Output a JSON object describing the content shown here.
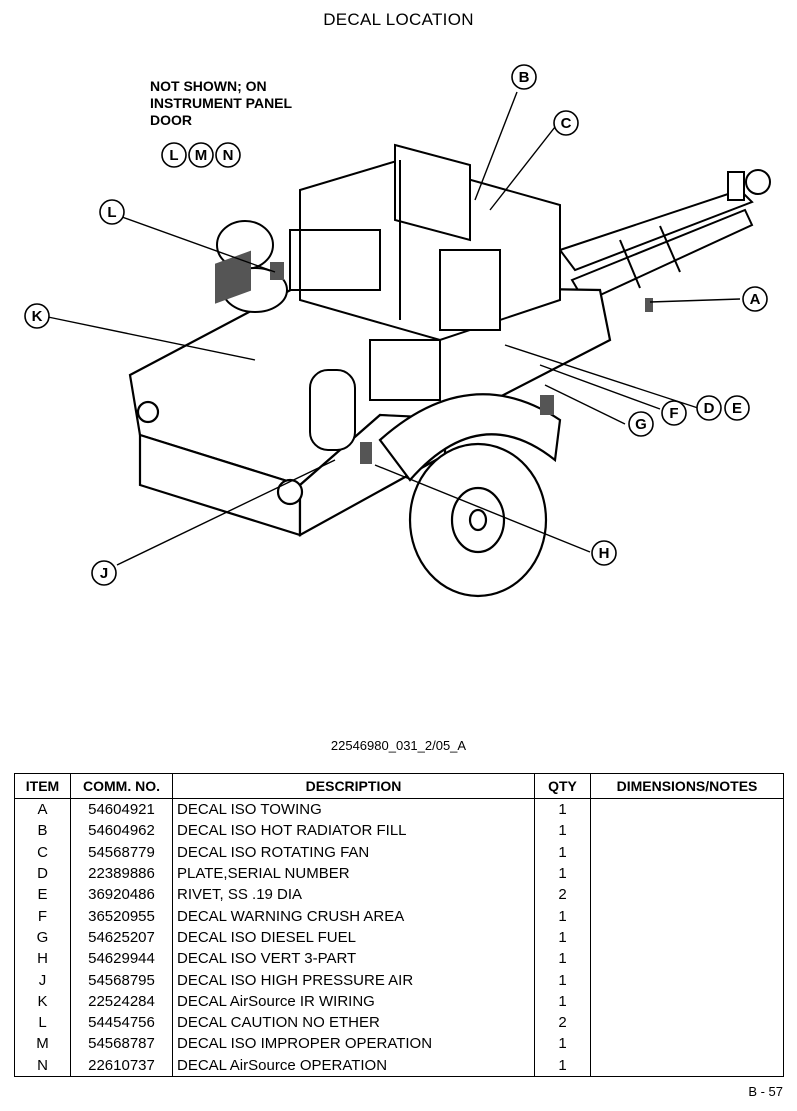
{
  "title": "DECAL LOCATION",
  "note": [
    "NOT SHOWN; ON",
    "INSTRUMENT PANEL",
    "DOOR"
  ],
  "callouts": [
    "A",
    "B",
    "C",
    "D",
    "E",
    "F",
    "G",
    "H",
    "J",
    "K",
    "L",
    "M",
    "N"
  ],
  "drawing_id": "22546980_031_2/05_A",
  "table": {
    "headers": [
      "ITEM",
      "COMM. NO.",
      "DESCRIPTION",
      "QTY",
      "DIMENSIONS/NOTES"
    ],
    "rows": [
      {
        "item": "A",
        "comm": "54604921",
        "desc": "DECAL ISO TOWING",
        "qty": "1",
        "notes": ""
      },
      {
        "item": "B",
        "comm": "54604962",
        "desc": "DECAL ISO HOT RADIATOR FILL",
        "qty": "1",
        "notes": ""
      },
      {
        "item": "C",
        "comm": "54568779",
        "desc": "DECAL ISO ROTATING FAN",
        "qty": "1",
        "notes": ""
      },
      {
        "item": "D",
        "comm": "22389886",
        "desc": "PLATE,SERIAL NUMBER",
        "qty": "1",
        "notes": ""
      },
      {
        "item": "E",
        "comm": "36920486",
        "desc": "RIVET, SS .19 DIA",
        "qty": "2",
        "notes": ""
      },
      {
        "item": "F",
        "comm": "36520955",
        "desc": "DECAL WARNING CRUSH AREA",
        "qty": "1",
        "notes": ""
      },
      {
        "item": "G",
        "comm": "54625207",
        "desc": "DECAL ISO DIESEL FUEL",
        "qty": "1",
        "notes": ""
      },
      {
        "item": "H",
        "comm": "54629944",
        "desc": "DECAL ISO VERT 3-PART",
        "qty": "1",
        "notes": ""
      },
      {
        "item": "J",
        "comm": "54568795",
        "desc": "DECAL ISO HIGH PRESSURE AIR",
        "qty": "1",
        "notes": ""
      },
      {
        "item": "K",
        "comm": "22524284",
        "desc": "DECAL AirSource IR WIRING",
        "qty": "1",
        "notes": ""
      },
      {
        "item": "L",
        "comm": "54454756",
        "desc": "DECAL CAUTION NO ETHER",
        "qty": "2",
        "notes": ""
      },
      {
        "item": "M",
        "comm": "54568787",
        "desc": "DECAL ISO IMPROPER OPERATION",
        "qty": "1",
        "notes": ""
      },
      {
        "item": "N",
        "comm": "22610737",
        "desc": "DECAL AirSource OPERATION",
        "qty": "1",
        "notes": ""
      }
    ]
  },
  "page_number": "B - 57"
}
